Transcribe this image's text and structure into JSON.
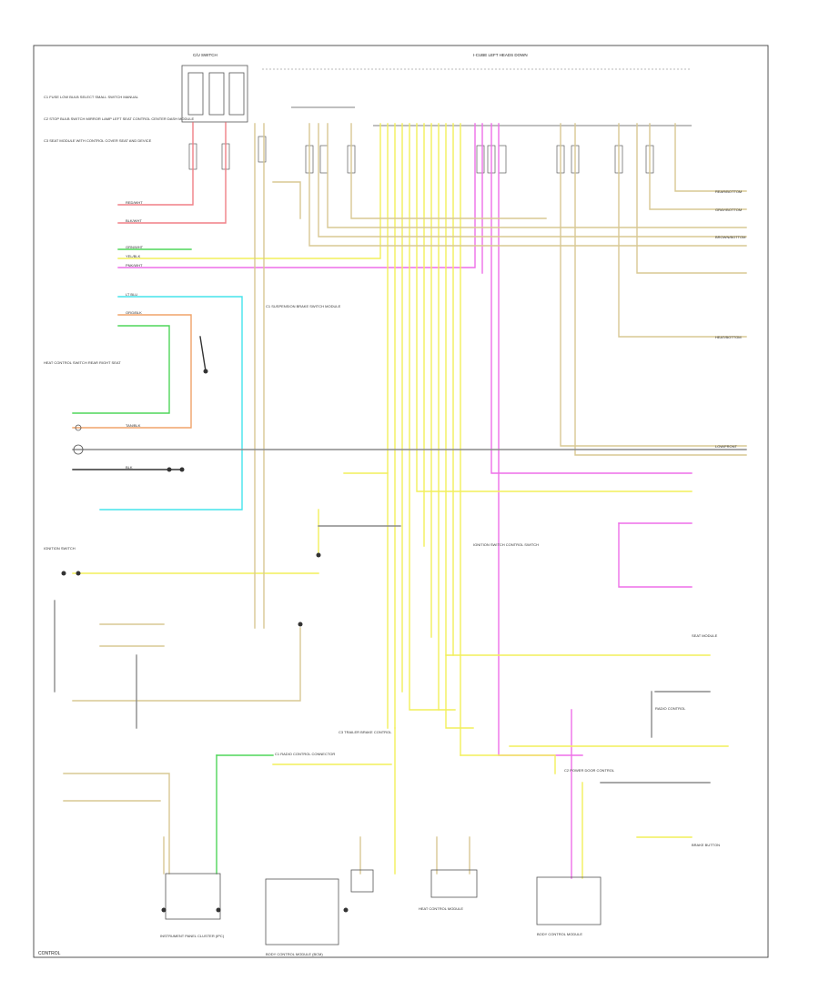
{
  "diagram": {
    "title_top_left": "C/U SWITCH",
    "title_top_right": "I-CUBE LEFT HEADS DOWN",
    "footer_left": "CONTROL",
    "colors": {
      "red": "#f07f86",
      "pink": "#ee6fe8",
      "yellow": "#f2ef5a",
      "tan": "#d8c893",
      "green": "#4fd65a",
      "cyan": "#45e3ec",
      "orange": "#f0a36a",
      "gray": "#8a8a8a"
    },
    "left_notes": [
      "C1 FUSE LOW BULB SELECT SMALL SWITCH MANUAL",
      "C2 STOP BULB SWITCH MIRROR LAMP LEFT SEAT CONTROL CENTER DASH MODULE",
      "C3 SEAT MODULE WITH CONTROL COVER SEAT AND DEVICE",
      "HEAT CONTROL SWITCH REAR RIGHT SEAT"
    ],
    "component_labels": [
      "INSTRUMENT PANEL CLUSTER (IPC)",
      "BODY CONTROL MODULE (BCM)",
      "SEAT MODULE",
      "BODY CONTROL MODULE",
      "HEAT CONTROL MODULE",
      "RADIO CONTROL",
      "BRAKE BUTTON"
    ],
    "wire_tags": [
      "RED/WHT",
      "BLK/WHT",
      "GRN/WHT",
      "YEL/BLK",
      "PNK/WHT",
      "TAN/BLK",
      "LT BLU",
      "ORG/BLK",
      "BLK"
    ],
    "right_tags": [
      "REAR/BOTTOM",
      "GRAY/BOTTOM",
      "BROWN/BOTTOM",
      "HEAT/BOTTOM",
      "LOW/FRONT"
    ],
    "notes": [
      "C1 SUSPENSION BRAKE SWITCH MODULE",
      "C3 TRAILER BRAKE CONTROL",
      "C1 RADIO CONTROL CONNECTOR",
      "IGNITION SWITCH CONTROL SWITCH",
      "C2 POWER DOOR CONTROL",
      "IGNITION SWITCH"
    ]
  }
}
